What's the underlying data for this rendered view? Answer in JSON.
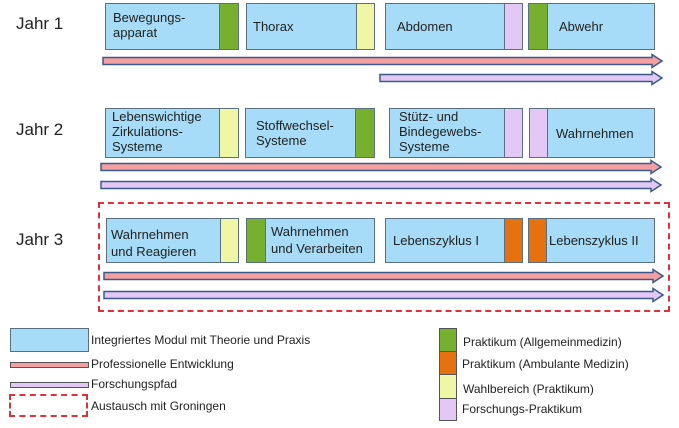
{
  "colors": {
    "module": "#a6dcf7",
    "praktikum_allgemeinmedizin": "#77b02e",
    "praktikum_ambulante_medizin": "#e6720f",
    "wahlbereich": "#eff7a6",
    "forschungs_praktikum": "#e3c8f5",
    "professionelle_entwicklung": "#f4a0a0",
    "forschungspfad": "#e3c8f5",
    "austausch_border": "#e0303a"
  },
  "years": [
    {
      "label": "Jahr 1",
      "modules": [
        {
          "title": "Bewegungs-\napparat",
          "practicum": "green",
          "practicum_side": "right"
        },
        {
          "title": "Thorax",
          "practicum": "yellow",
          "practicum_side": "right"
        },
        {
          "title": "Abdomen",
          "practicum": "lilac",
          "practicum_side": "right"
        },
        {
          "title": "Abwehr",
          "practicum": "green",
          "practicum_side": "left"
        }
      ],
      "tracks": [
        "Professionelle Entwicklung",
        "Forschungspfad (ab Abdomen)"
      ]
    },
    {
      "label": "Jahr 2",
      "modules": [
        {
          "title": "Lebenswichtige\nZirkulations-\nSysteme",
          "practicum": "yellow",
          "practicum_side": "right"
        },
        {
          "title": "Stoffwechsel-\nSysteme",
          "practicum": "green",
          "practicum_side": "right"
        },
        {
          "title": "Stütz- und\nBindegewebs-\nSysteme",
          "practicum": "lilac",
          "practicum_side": "right"
        },
        {
          "title": "Wahrnehmen",
          "practicum": "lilac",
          "practicum_side": "left"
        }
      ],
      "tracks": [
        "Professionelle Entwicklung",
        "Forschungspfad"
      ]
    },
    {
      "label": "Jahr 3",
      "modules": [
        {
          "title": "Wahrnehmen\nund Reagieren",
          "practicum": "yellow",
          "practicum_side": "right"
        },
        {
          "title": "Wahrnehmen\nund Verarbeiten",
          "practicum": "green",
          "practicum_side": "left"
        },
        {
          "title": "Lebenszyklus I",
          "practicum": "orange",
          "practicum_side": "right"
        },
        {
          "title": "Lebenszyklus II",
          "practicum": "orange",
          "practicum_side": "left"
        }
      ],
      "tracks": [
        "Professionelle Entwicklung",
        "Forschungspfad"
      ],
      "exchange": "Austausch mit Groningen"
    }
  ],
  "legend": {
    "left": [
      {
        "key": "module",
        "label": "Integriertes Modul mit Theorie und Praxis"
      },
      {
        "key": "professionelle_entwicklung",
        "label": "Professionelle Entwicklung"
      },
      {
        "key": "forschungspfad",
        "label": "Forschungspfad"
      },
      {
        "key": "austausch",
        "label": "Austausch mit Groningen"
      }
    ],
    "right": [
      {
        "key": "green",
        "label": "Praktikum (Allgemeinmedizin)"
      },
      {
        "key": "orange",
        "label": "Praktikum (Ambulante Medizin)"
      },
      {
        "key": "yellow",
        "label": "Wahlbereich (Praktikum)"
      },
      {
        "key": "lilac",
        "label": "Forschungs-Praktikum"
      }
    ]
  }
}
